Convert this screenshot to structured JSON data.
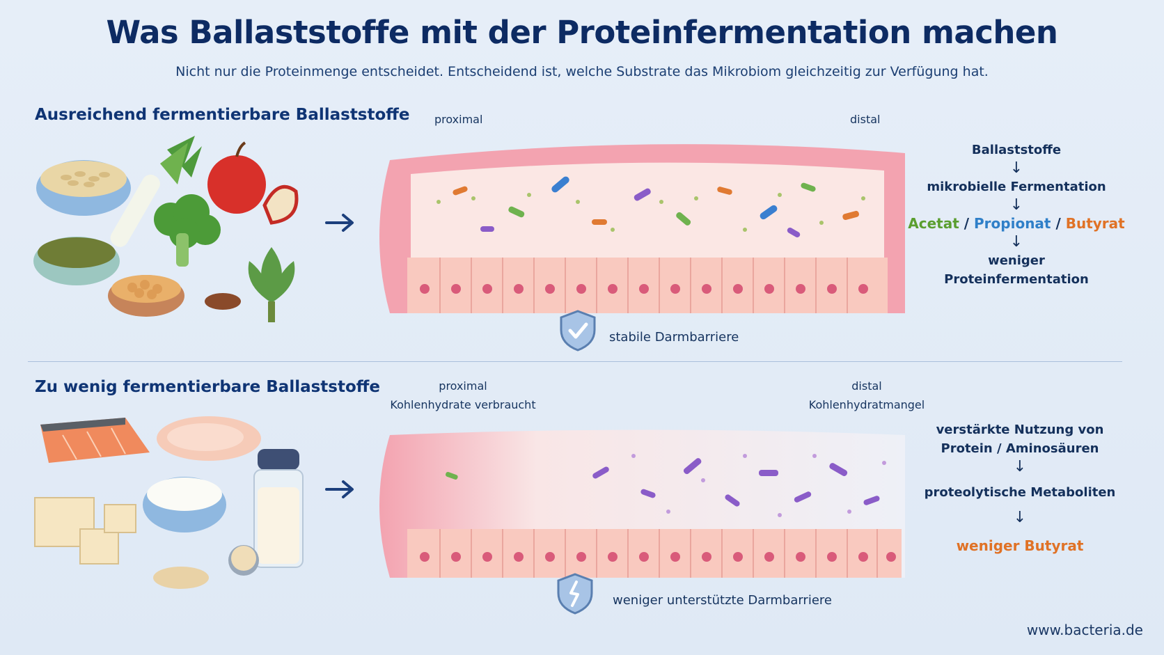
{
  "title": "Was Ballaststoffe mit der Proteinfermentation machen",
  "subtitle": "Nicht nur die Proteinmenge entscheidet. Entscheidend ist, welche Substrate das Mikrobiom gleichzeitig zur Verfügung hat.",
  "sections": {
    "top": {
      "heading": "Ausreichend fermentierbare Ballaststoffe",
      "proximal": "proximal",
      "distal": "distal",
      "barrier": "stabile Darmbarriere",
      "flow": {
        "step1": "Ballaststoffe",
        "step2": "mikrobielle Fermentation",
        "acetat": "Acetat",
        "sep1": " / ",
        "propionat": "Propionat",
        "sep2": " / ",
        "butyrat": "Butyrat",
        "step4a": "weniger",
        "step4b": "Proteinfermentation"
      }
    },
    "bottom": {
      "heading": "Zu wenig fermentierbare Ballaststoffe",
      "proximal": "proximal",
      "proximal_note": "Kohlenhydrate verbraucht",
      "distal": "distal",
      "distal_note": "Kohlenhydratmangel",
      "barrier": "weniger unterstützte Darmbarriere",
      "flow": {
        "step1a": "verstärkte Nutzung von",
        "step1b": "Protein / Aminosäuren",
        "step2": "proteolytische Metaboliten",
        "step3": "weniger Butyrat"
      }
    }
  },
  "arrow_glyph": "↓",
  "footer": "www.bacteria.de",
  "colors": {
    "heading": "#0f3474",
    "acetat": "#5a9e2f",
    "propionat": "#2f7fc8",
    "butyrat": "#e07226",
    "tissue": "#f3a3b0",
    "cells": "#fbd6cf"
  }
}
